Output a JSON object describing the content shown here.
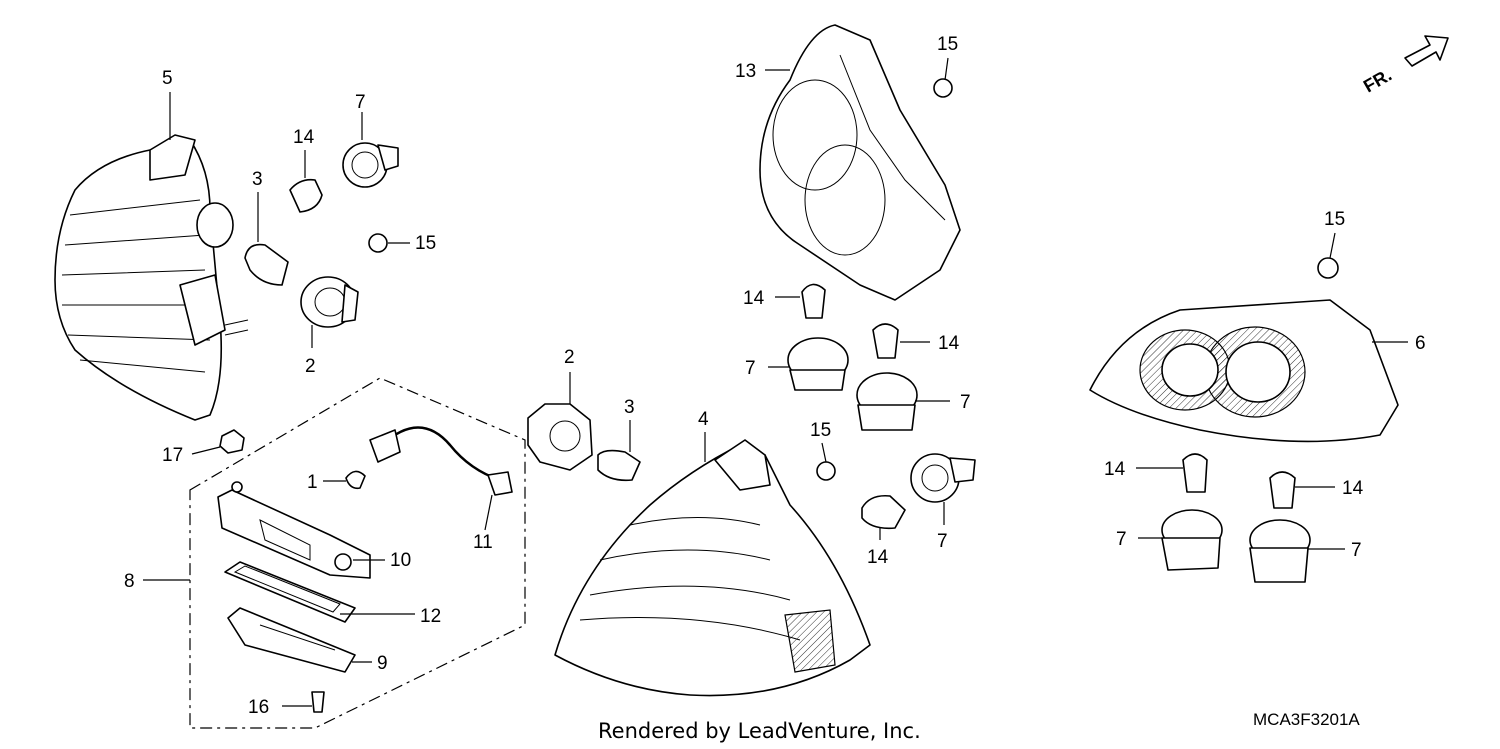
{
  "diagram": {
    "credit": "Rendered by LeadVenture, Inc.",
    "code": "MCA3F3201A",
    "front_marker": "FR.",
    "callouts": [
      "1",
      "2",
      "2",
      "3",
      "3",
      "4",
      "5",
      "6",
      "7",
      "7",
      "7",
      "7",
      "7",
      "7",
      "8",
      "9",
      "10",
      "11",
      "12",
      "13",
      "14",
      "14",
      "14",
      "14",
      "14",
      "14",
      "15",
      "15",
      "15",
      "15",
      "16",
      "17"
    ]
  }
}
